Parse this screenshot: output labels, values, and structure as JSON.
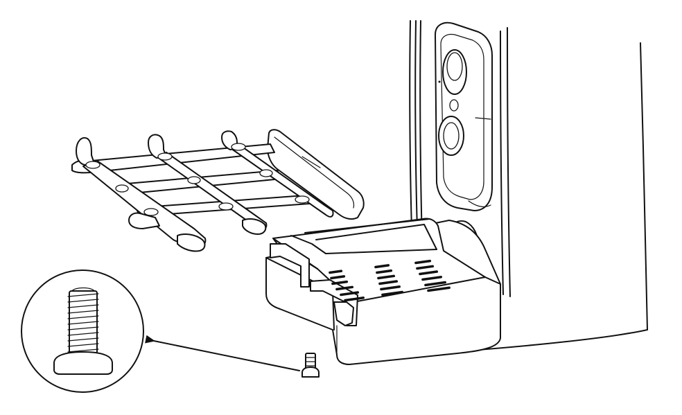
{
  "figure": {
    "components": [
      {
        "name": "camera-unit",
        "icon": "camera-icon"
      },
      {
        "name": "mounting-bracket",
        "icon": "bracket-icon"
      },
      {
        "name": "base-plate",
        "icon": "base-icon"
      },
      {
        "name": "screw",
        "icon": "screw-icon"
      }
    ],
    "callout": {
      "shape": "circle",
      "content": "screw-magnified"
    },
    "arrow": {
      "from": "screw",
      "to": "callout",
      "direction": "left"
    },
    "colors": {
      "line": "#111111",
      "background": "#ffffff"
    }
  }
}
